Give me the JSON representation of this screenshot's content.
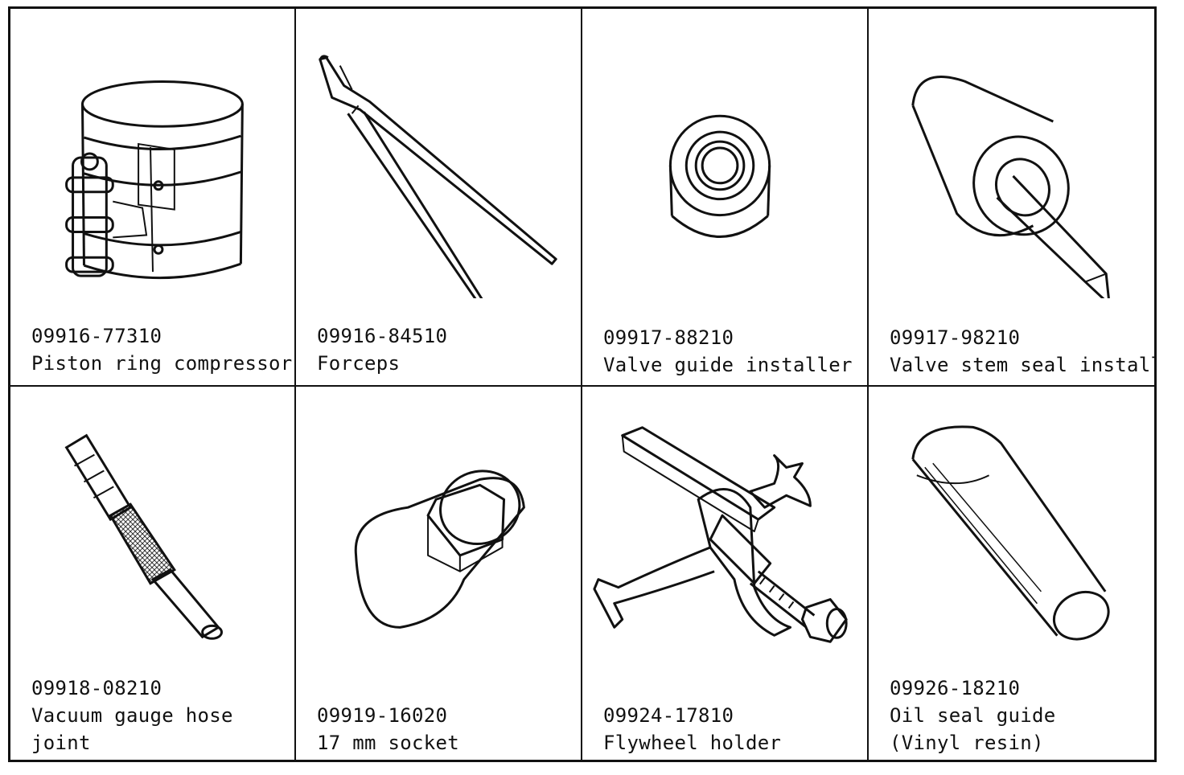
{
  "tools": [
    {
      "number": "09916-77310",
      "name_lines": [
        "Piston ring compressor"
      ],
      "icon": "piston-ring-compressor-icon"
    },
    {
      "number": "09916-84510",
      "name_lines": [
        "Forceps"
      ],
      "icon": "forceps-icon"
    },
    {
      "number": "09917-88210",
      "name_lines": [
        "Valve guide installer"
      ],
      "icon": "valve-guide-installer-icon"
    },
    {
      "number": "09917-98210",
      "name_lines": [
        "Valve stem seal installer"
      ],
      "icon": "valve-stem-seal-installer-icon"
    },
    {
      "number": "09918-08210",
      "name_lines": [
        "Vacuum gauge hose",
        "joint"
      ],
      "icon": "vacuum-gauge-hose-joint-icon"
    },
    {
      "number": "09919-16020",
      "name_lines": [
        "17 mm socket"
      ],
      "icon": "socket-icon"
    },
    {
      "number": "09924-17810",
      "name_lines": [
        "Flywheel holder"
      ],
      "icon": "flywheel-holder-icon"
    },
    {
      "number": "09926-18210",
      "name_lines": [
        "Oil seal guide",
        "(Vinyl resin)"
      ],
      "icon": "oil-seal-guide-icon"
    }
  ]
}
